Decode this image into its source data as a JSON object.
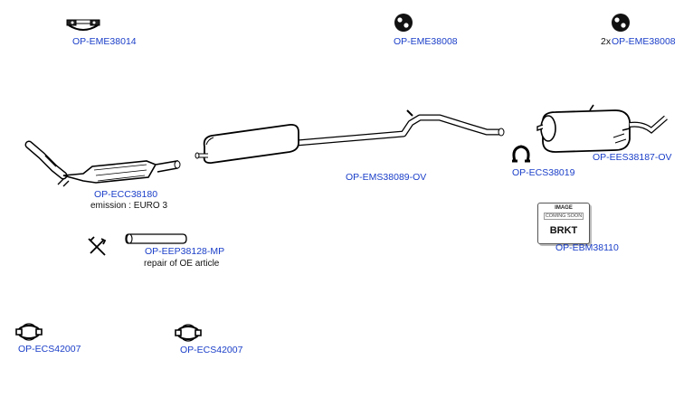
{
  "parts": {
    "mount_top_left": {
      "code": "OP-EME38014"
    },
    "mount_top_mid": {
      "code": "OP-EME38008"
    },
    "mount_top_right": {
      "prefix": "2x",
      "code": "OP-EME38008"
    },
    "catalyst": {
      "code": "OP-ECC38180",
      "note": "emission : EURO 3"
    },
    "mid_pipe": {
      "code": "OP-EMS38089-OV"
    },
    "clamp_right": {
      "code": "OP-ECS38019"
    },
    "rear_silencer": {
      "code": "OP-EES38187-OV"
    },
    "bracket": {
      "code": "OP-EBM38110",
      "image_top": "IMAGE",
      "image_soon": "COMING SOON",
      "label": "BRKT"
    },
    "repair_pipe": {
      "code": "OP-EEP38128-MP",
      "note": "repair of OE article"
    },
    "clamp_left": {
      "code": "OP-ECS42007"
    },
    "clamp_mid": {
      "code": "OP-ECS42007"
    }
  }
}
